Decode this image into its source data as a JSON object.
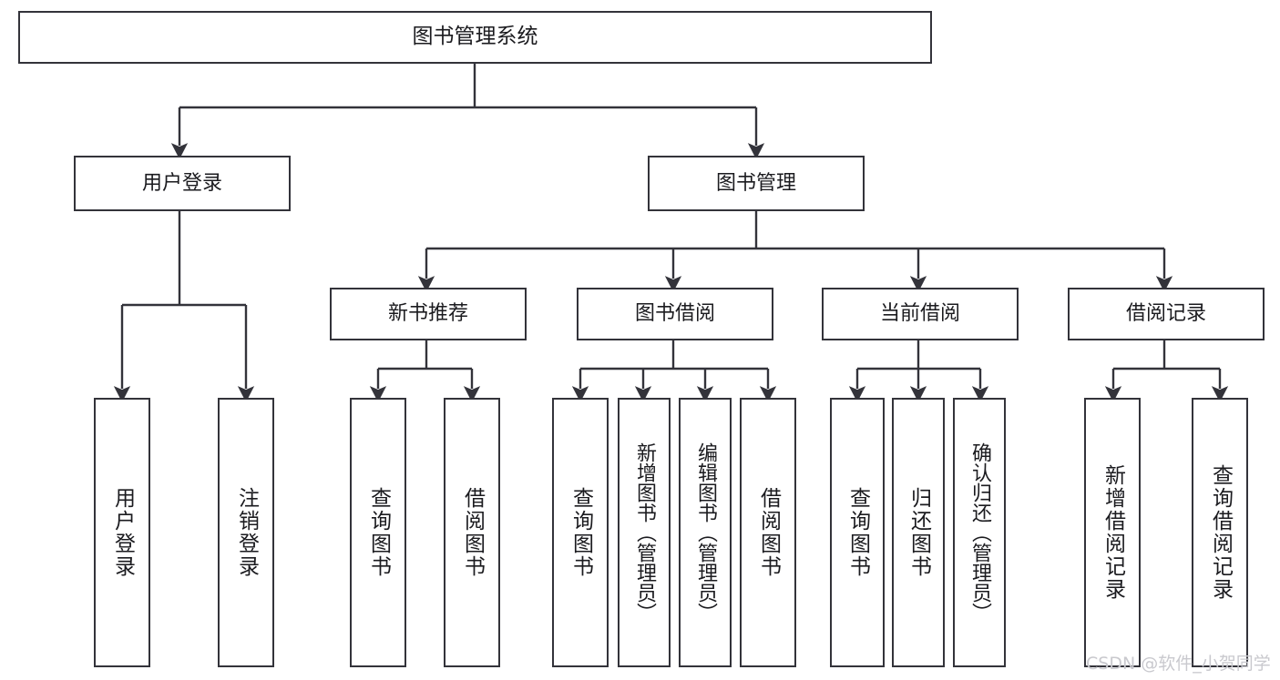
{
  "diagram": {
    "title": "图书管理系统",
    "type": "tree-structure-chart",
    "stroke_color": "#33333a",
    "text_color": "#1b1b1f",
    "background_color": "#ffffff"
  },
  "root": {
    "label": "图书管理系统"
  },
  "level1": [
    {
      "label": "用户登录"
    },
    {
      "label": "图书管理"
    }
  ],
  "level2": [
    {
      "label": "新书推荐"
    },
    {
      "label": "图书借阅"
    },
    {
      "label": "当前借阅"
    },
    {
      "label": "借阅记录"
    }
  ],
  "leaves": {
    "user_login": [
      {
        "label": "用户登录"
      },
      {
        "label": "注销登录"
      }
    ],
    "new_book_recommend": [
      {
        "label": "查询图书"
      },
      {
        "label": "借阅图书"
      }
    ],
    "book_borrow": [
      {
        "label": "查询图书"
      },
      {
        "label": "新增图书（管理员）"
      },
      {
        "label": "编辑图书（管理员）"
      },
      {
        "label": "借阅图书"
      }
    ],
    "current_borrow": [
      {
        "label": "查询图书"
      },
      {
        "label": "归还图书"
      },
      {
        "label": "确认归还（管理员）"
      }
    ],
    "borrow_record": [
      {
        "label": "新增借阅记录"
      },
      {
        "label": "查询借阅记录"
      }
    ]
  },
  "watermark": {
    "text": "CSDN @软件_小贺同学"
  }
}
